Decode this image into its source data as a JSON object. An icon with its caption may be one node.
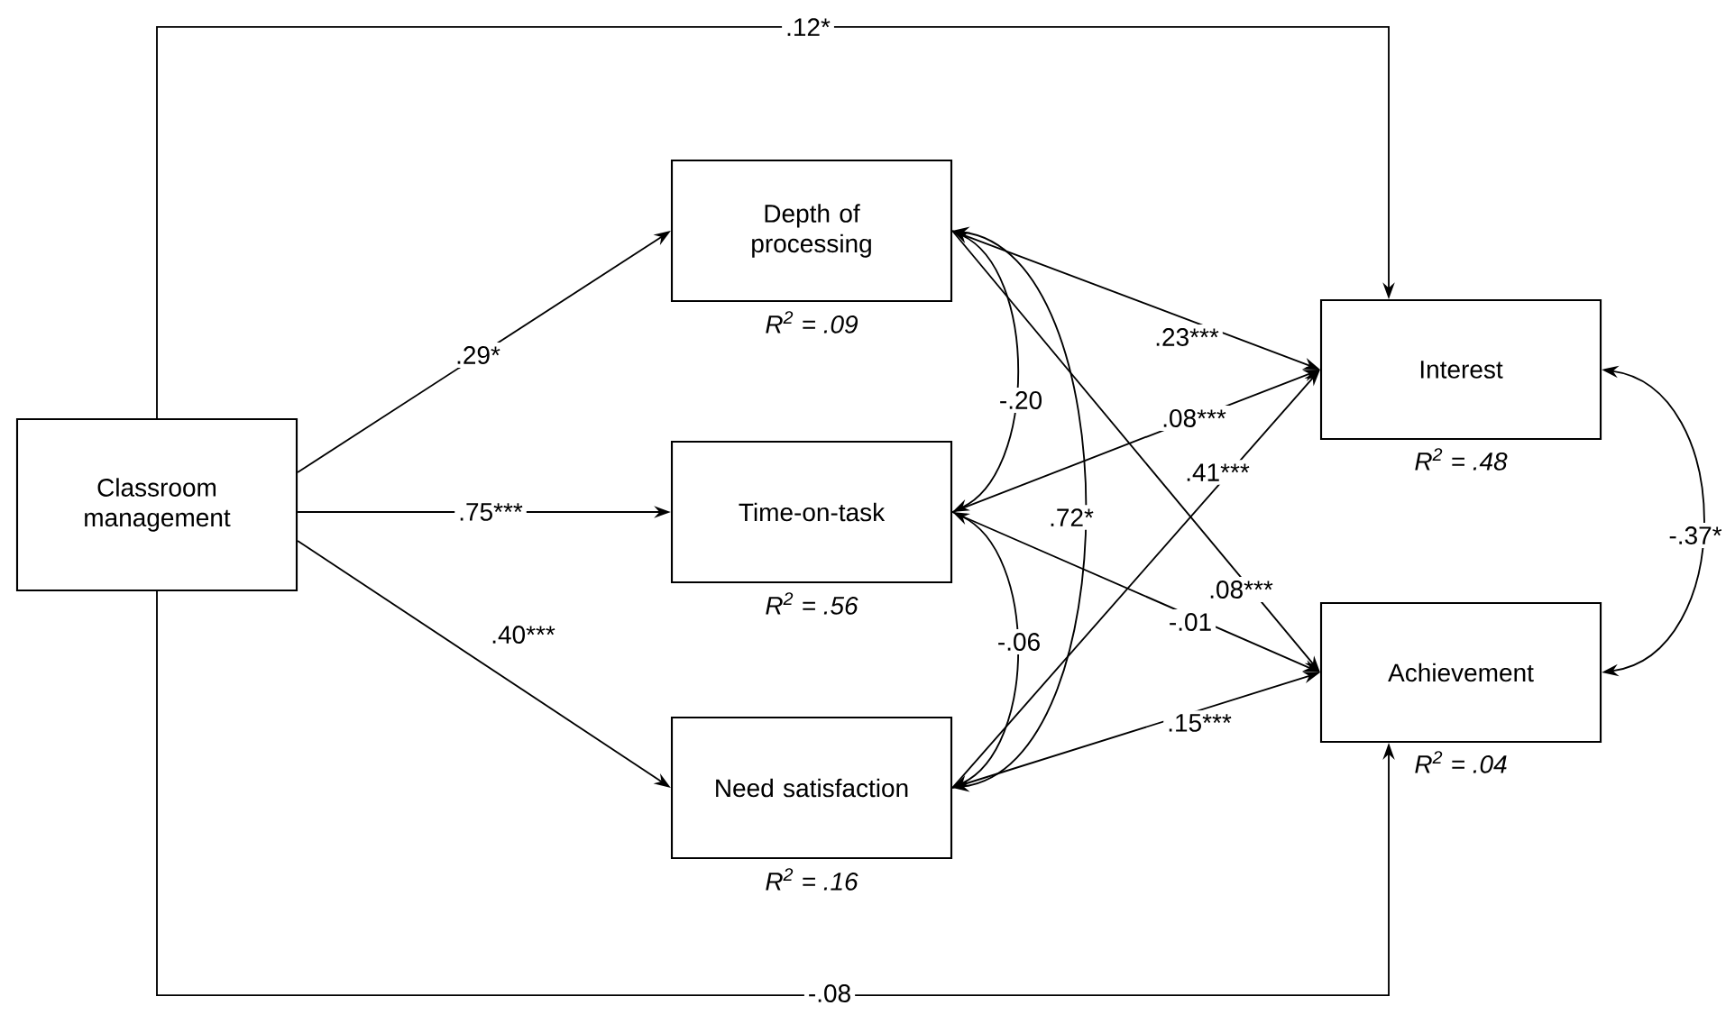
{
  "diagram": {
    "nodes": [
      {
        "text": [
          "Classroom management"
        ]
      },
      {
        "text": [
          "Depth of processing"
        ],
        "beside": [
          "R$^{2}$ = .09"
        ]
      },
      {
        "text": [
          "Time-on-task"
        ],
        "beside": [
          "R$^{2}$ = .56"
        ]
      },
      {
        "text": [
          "Need satisfaction"
        ],
        "beside": [
          "R$^{2}$ = .16"
        ]
      },
      {
        "text": [
          "Interest"
        ],
        "beside": [
          "R$^{2}$ = .48"
        ]
      },
      {
        "text": [
          "Achievement"
        ],
        "beside": [
          "R$^{2}$ = .04"
        ]
      }
    ],
    "edges": [
      {
        "from": 0,
        "to": 1,
        "arrow": "to",
        "label": ".29*"
      },
      {
        "from": 0,
        "to": 2,
        "arrow": "to",
        "label": ".75***"
      },
      {
        "from": 0,
        "to": 3,
        "arrow": "to",
        "label": ".40***"
      },
      {
        "from": 0,
        "to": 4,
        "arrow": "to",
        "label": ".12*"
      },
      {
        "from": 0,
        "to": 5,
        "arrow": "to",
        "label": "-.08"
      },
      {
        "from": 1,
        "to": 2,
        "arrow": "both",
        "label": "-.20"
      },
      {
        "from": 1,
        "to": 3,
        "arrow": "both",
        "label": ".72*"
      },
      {
        "from": 2,
        "to": 3,
        "arrow": "both",
        "label": "-.06"
      },
      {
        "from": 1,
        "to": 4,
        "arrow": "to",
        "label": ".23***"
      },
      {
        "from": 2,
        "to": 4,
        "arrow": "to",
        "label": ".08***"
      },
      {
        "from": 3,
        "to": 4,
        "arrow": "to",
        "label": ".41***"
      },
      {
        "from": 1,
        "to": 5,
        "arrow": "to",
        "label": ".08***"
      },
      {
        "from": 2,
        "to": 5,
        "arrow": "to",
        "label": "-.01"
      },
      {
        "from": 3,
        "to": 5,
        "arrow": "to",
        "label": ".15***"
      },
      {
        "from": 4,
        "to": 5,
        "arrow": "both",
        "label": "-.37*"
      }
    ]
  }
}
